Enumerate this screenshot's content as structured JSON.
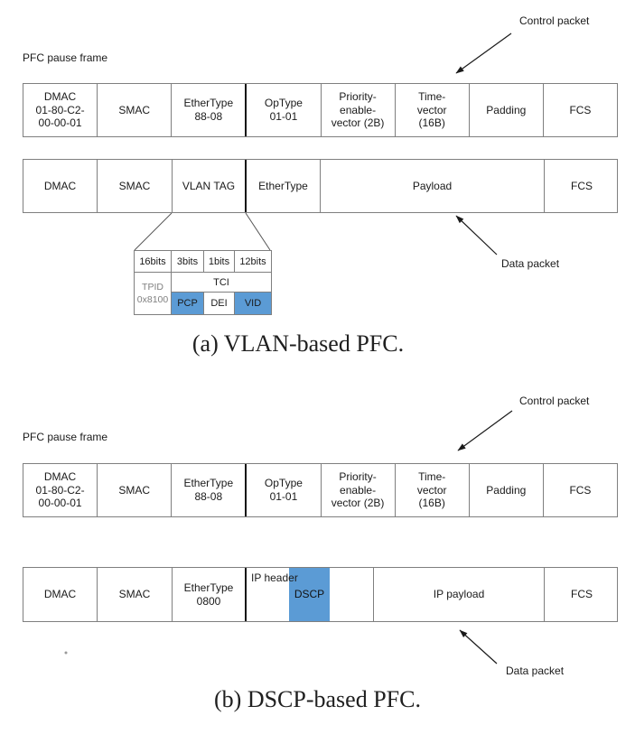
{
  "colors": {
    "highlight_blue": "#5b9bd5",
    "border_gray": "#7f7f7f",
    "muted_text_gray": "#808080",
    "ink": "#1a1a1a"
  },
  "section_a": {
    "control_packet_label": "Control packet",
    "pause_frame_label": "PFC pause frame",
    "control_frame": {
      "dmac": "DMAC\n01-80-C2-\n00-00-01",
      "smac": "SMAC",
      "ethertype": "EtherType\n88-08",
      "optype": "OpType\n01-01",
      "priority_vector": "Priority-\nenable-\nvector (2B)",
      "time_vector": "Time-\nvector\n(16B)",
      "padding": "Padding",
      "fcs": "FCS"
    },
    "data_frame": {
      "dmac": "DMAC",
      "smac": "SMAC",
      "vlan_tag": "VLAN TAG",
      "ethertype": "EtherType",
      "payload": "Payload",
      "fcs": "FCS"
    },
    "vlan_detail": {
      "bits": [
        "16bits",
        "3bits",
        "1bits",
        "12bits"
      ],
      "tpid": "TPID\n0x8100",
      "tci": "TCI",
      "pcp": "PCP",
      "dei": "DEI",
      "vid": "VID"
    },
    "data_packet_label": "Data packet",
    "caption": "(a) VLAN-based PFC."
  },
  "section_b": {
    "control_packet_label": "Control packet",
    "pause_frame_label": "PFC pause frame",
    "control_frame": {
      "dmac": "DMAC\n01-80-C2-\n00-00-01",
      "smac": "SMAC",
      "ethertype": "EtherType\n88-08",
      "optype": "OpType\n01-01",
      "priority_vector": "Priority-\nenable-\nvector (2B)",
      "time_vector": "Time-\nvector\n(16B)",
      "padding": "Padding",
      "fcs": "FCS"
    },
    "data_frame": {
      "dmac": "DMAC",
      "smac": "SMAC",
      "ethertype": "EtherType\n0800",
      "ip_header": "IP header",
      "dscp": "DSCP",
      "ip_payload": "IP payload",
      "fcs": "FCS"
    },
    "data_packet_label": "Data packet",
    "caption": "(b) DSCP-based PFC."
  }
}
